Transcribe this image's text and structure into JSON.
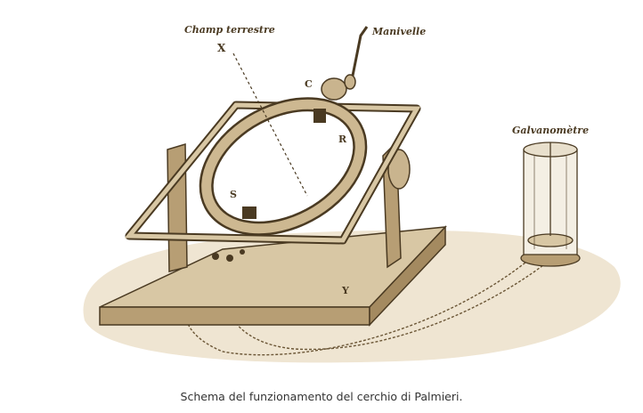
{
  "figure": {
    "labels": {
      "field": "Champ terrestre",
      "crank": "Manivelle",
      "galvanometer": "Galvanomètre",
      "x": "X",
      "c": "C",
      "r": "R",
      "s": "S",
      "y": "Y"
    },
    "colors": {
      "ink": "#4a3a22",
      "paper": "#efe5d2",
      "wood": "#c9b48e"
    }
  },
  "caption": "Schema del funzionamento del cerchio di Palmieri."
}
